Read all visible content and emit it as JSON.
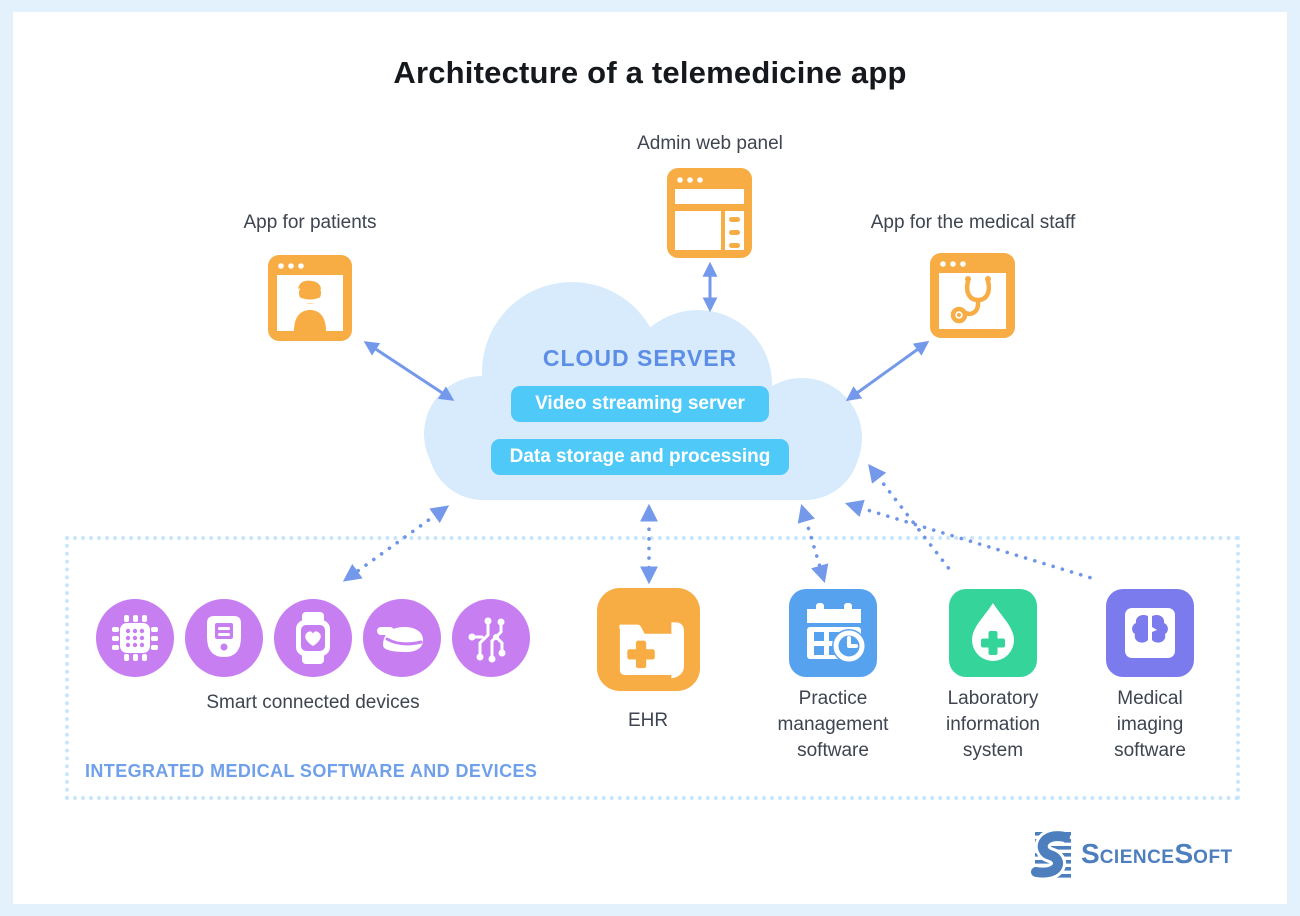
{
  "title": "Architecture of a telemedicine app",
  "apps": {
    "admin": "Admin web panel",
    "patients": "App for patients",
    "staff": "App for the medical staff"
  },
  "cloud": {
    "title": "CLOUD SERVER",
    "services": [
      "Video streaming server",
      "Data storage and processing"
    ]
  },
  "integration": {
    "label": "INTEGRATED MEDICAL SOFTWARE AND DEVICES",
    "devices_label": "Smart connected devices",
    "device_icons": [
      "chip-icon",
      "glucometer-icon",
      "smartwatch-icon",
      "pulse-oximeter-icon",
      "circuit-board-icon"
    ],
    "systems": {
      "ehr": "EHR",
      "practice": "Practice management software",
      "lab": "Laboratory information system",
      "imaging": "Medical imaging software"
    }
  },
  "logo": {
    "s1": "S",
    "part1": "CIENCE",
    "s2": "S",
    "part2": "OFT"
  },
  "colors": {
    "background_frame": "#e3f1fd",
    "orange": "#f8ac44",
    "cloud_fill": "#d7ebfc",
    "cloud_text": "#5d8ee7",
    "badge_cyan": "#4ec9f8",
    "arrow_blue": "#7599ea",
    "zone_border": "#c9e5fb",
    "zone_text": "#6fa0e9",
    "device_purple": "#c77ef1",
    "practice_blue": "#57a2ee",
    "lab_green": "#35d49b",
    "imaging_indigo": "#7b7bed",
    "label_gray": "#3e4450",
    "logo_blue": "#4d7ebe"
  }
}
